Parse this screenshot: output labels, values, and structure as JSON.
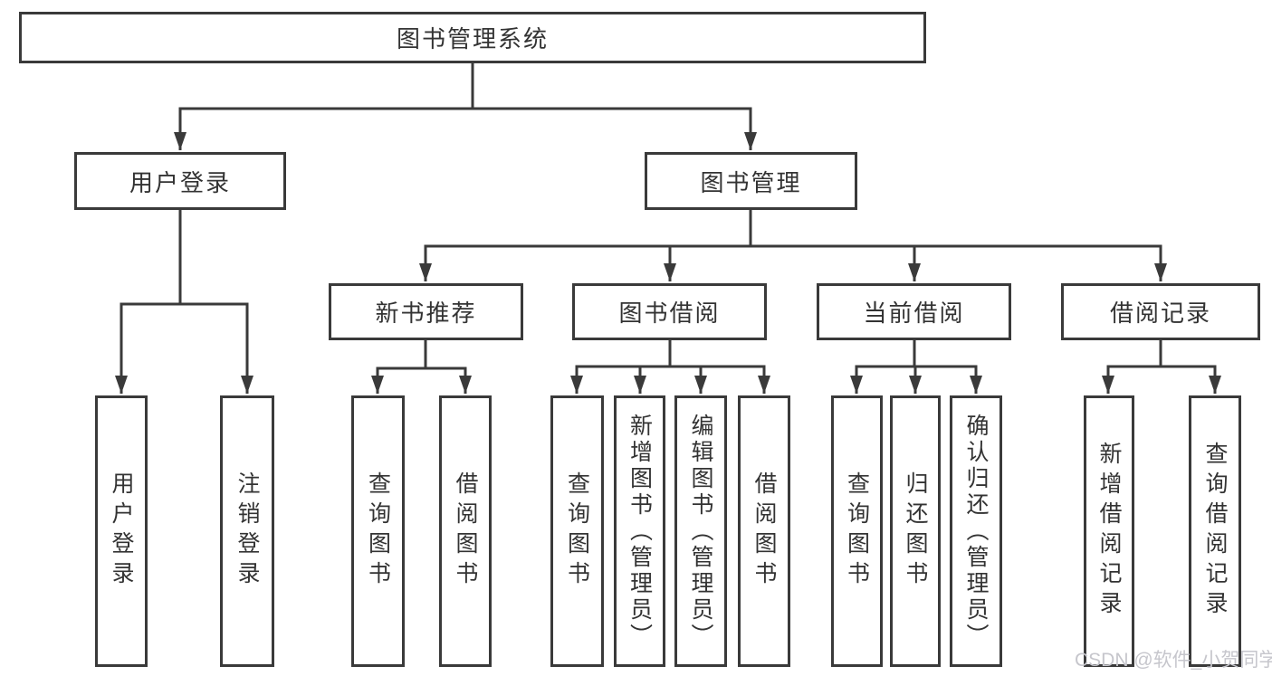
{
  "title": "图书管理系统",
  "watermark": "CSDN @软件_小贺同学",
  "colors": {
    "line": "#3a3a3a",
    "box_border": "#3a3a3a",
    "text": "#333333",
    "watermark": "#c6c6cc",
    "background": "#ffffff"
  },
  "nodes": {
    "root": "图书管理系统",
    "user_login": "用户登录",
    "book_mgmt": "图书管理",
    "new_books": "新书推荐",
    "book_borrow": "图书借阅",
    "current_borrow": "当前借阅",
    "borrow_records": "借阅记录",
    "leaf_user_login": "用户登录",
    "leaf_logout": "注销登录",
    "leaf_nb_query": "查询图书",
    "leaf_nb_borrow": "借阅图书",
    "leaf_bb_query": "查询图书",
    "leaf_bb_add": "新增图书（管理员）",
    "leaf_bb_edit": "编辑图书（管理员）",
    "leaf_bb_borrow": "借阅图书",
    "leaf_cb_query": "查询图书",
    "leaf_cb_return": "归还图书",
    "leaf_cb_confirm": "确认归还（管理员）",
    "leaf_br_add": "新增借阅记录",
    "leaf_br_query": "查询借阅记录"
  },
  "hierarchy": {
    "图书管理系统": {
      "用户登录": [
        "用户登录",
        "注销登录"
      ],
      "图书管理": {
        "新书推荐": [
          "查询图书",
          "借阅图书"
        ],
        "图书借阅": [
          "查询图书",
          "新增图书（管理员）",
          "编辑图书（管理员）",
          "借阅图书"
        ],
        "当前借阅": [
          "查询图书",
          "归还图书",
          "确认归还（管理员）"
        ],
        "借阅记录": [
          "新增借阅记录",
          "查询借阅记录"
        ]
      }
    }
  }
}
